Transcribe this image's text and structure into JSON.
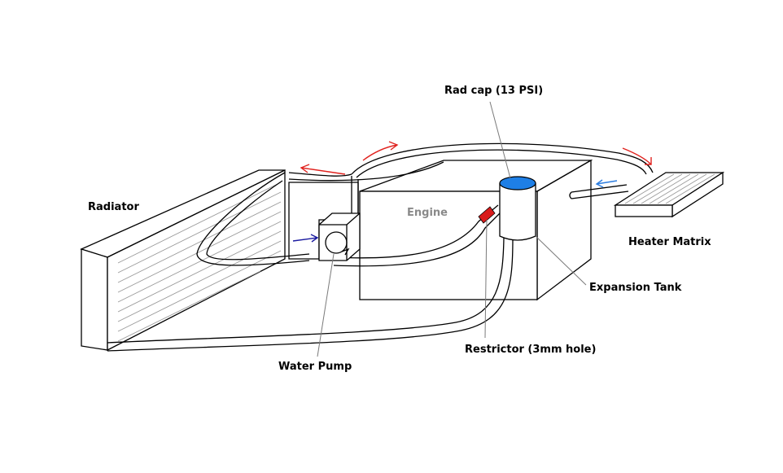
{
  "labels": {
    "radiator": "Radiator",
    "engine": "Engine",
    "rad_cap": "Rad cap (13 PSI)",
    "heater_matrix": "Heater Matrix",
    "expansion_tank": "Expansion Tank",
    "restrictor": "Restrictor (3mm hole)",
    "water_pump": "Water Pump"
  },
  "colors": {
    "hot_flow_arrow": "#e0221e",
    "cold_flow_arrow": "#1a1aa0",
    "heater_return_arrow": "#2c7de0",
    "rad_cap": "#1e7fe6",
    "restrictor": "#d81b1b",
    "engine_label": "#8a8a8a"
  }
}
